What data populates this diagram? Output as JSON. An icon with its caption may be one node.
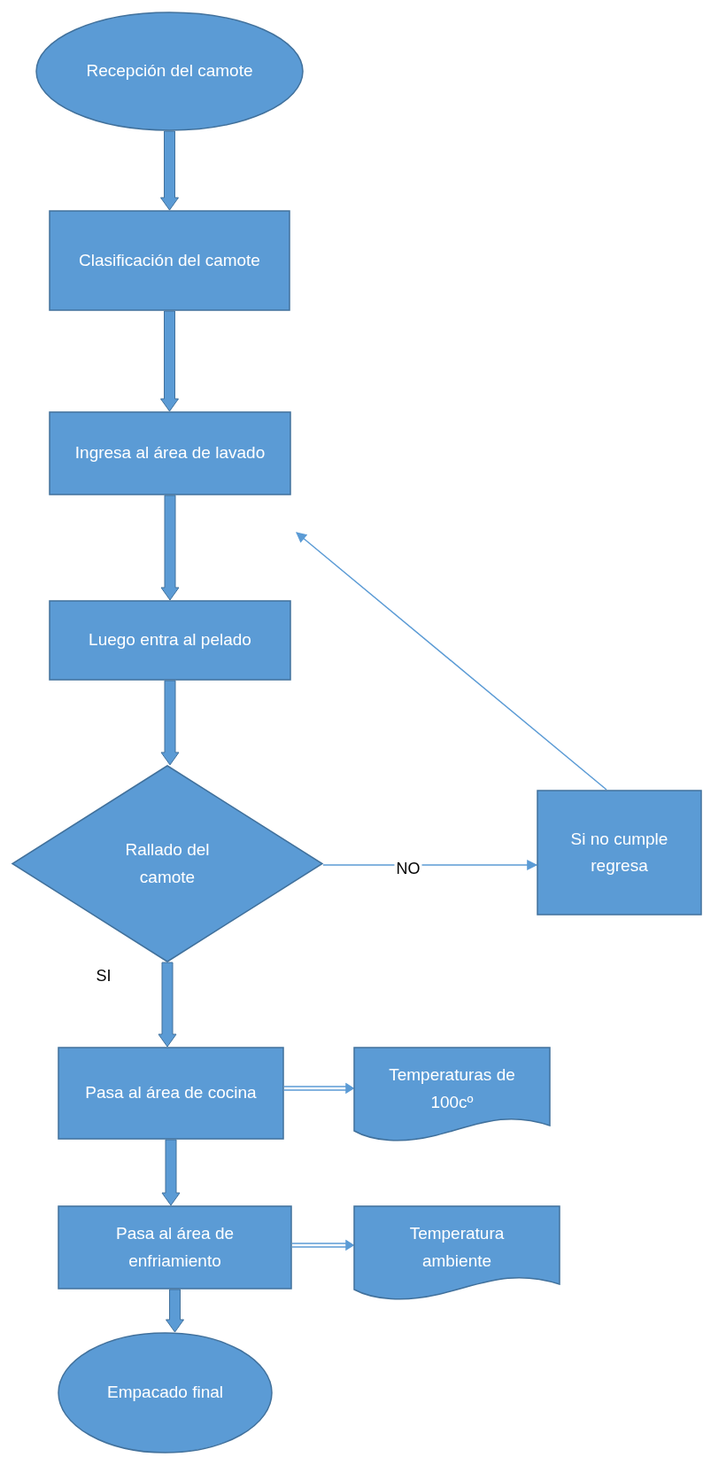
{
  "diagram": {
    "nodes": [
      {
        "text": [
          "Recepción del camote"
        ]
      },
      {
        "text": [
          "Clasificación del camote"
        ]
      },
      {
        "text": [
          "Ingresa al área de lavado"
        ]
      },
      {
        "text": [
          "Luego entra al pelado"
        ]
      },
      {
        "text": [
          "Rallado del camote"
        ]
      },
      {
        "text": [
          "Si no cumple regresa"
        ]
      },
      {
        "text": [
          "Pasa al área de cocina"
        ]
      },
      {
        "text": [
          "Temperaturas de 100cº"
        ]
      },
      {
        "text": [
          "Pasa al área de enfriamiento"
        ]
      },
      {
        "text": [
          "Temperatura ambiente"
        ]
      },
      {
        "text": [
          "Empacado final"
        ]
      }
    ],
    "edges": [
      {
        "from": 0,
        "to": 1,
        "arrow": "to"
      },
      {
        "from": 1,
        "to": 2,
        "arrow": "to"
      },
      {
        "from": 2,
        "to": 3,
        "arrow": "to"
      },
      {
        "from": 3,
        "to": 4,
        "arrow": "to"
      },
      {
        "from": 4,
        "to": 5,
        "arrow": "to",
        "label": "NO"
      },
      {
        "from": 5,
        "to": null,
        "arrow": "to"
      },
      {
        "from": 4,
        "to": 6,
        "arrow": "to",
        "label": "SI"
      },
      {
        "from": 6,
        "to": 7,
        "arrow": "to"
      },
      {
        "from": 6,
        "to": 8,
        "arrow": "to"
      },
      {
        "from": 8,
        "to": 9,
        "arrow": "to"
      },
      {
        "from": 8,
        "to": 10,
        "arrow": "to"
      }
    ]
  }
}
